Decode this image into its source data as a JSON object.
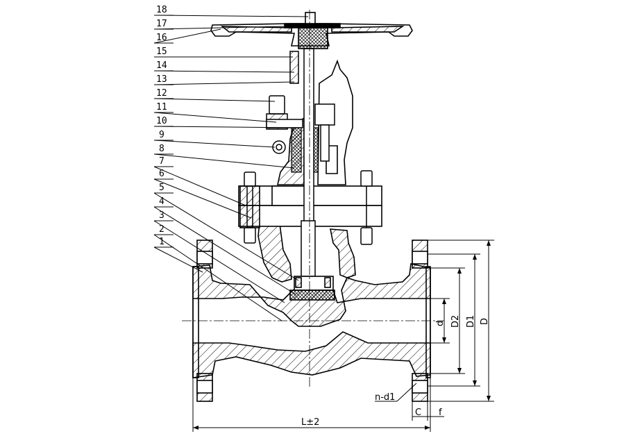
{
  "callouts": [
    "18",
    "17",
    "16",
    "15",
    "14",
    "13",
    "12",
    "11",
    "10",
    "9",
    "8",
    "7",
    "6",
    "5",
    "4",
    "3",
    "2",
    "1"
  ],
  "dimensions": {
    "d": "d",
    "D2": "D2",
    "D1": "D1",
    "D": "D",
    "nd1": "n-d1",
    "C": "C",
    "f": "f",
    "L": "L±2"
  }
}
